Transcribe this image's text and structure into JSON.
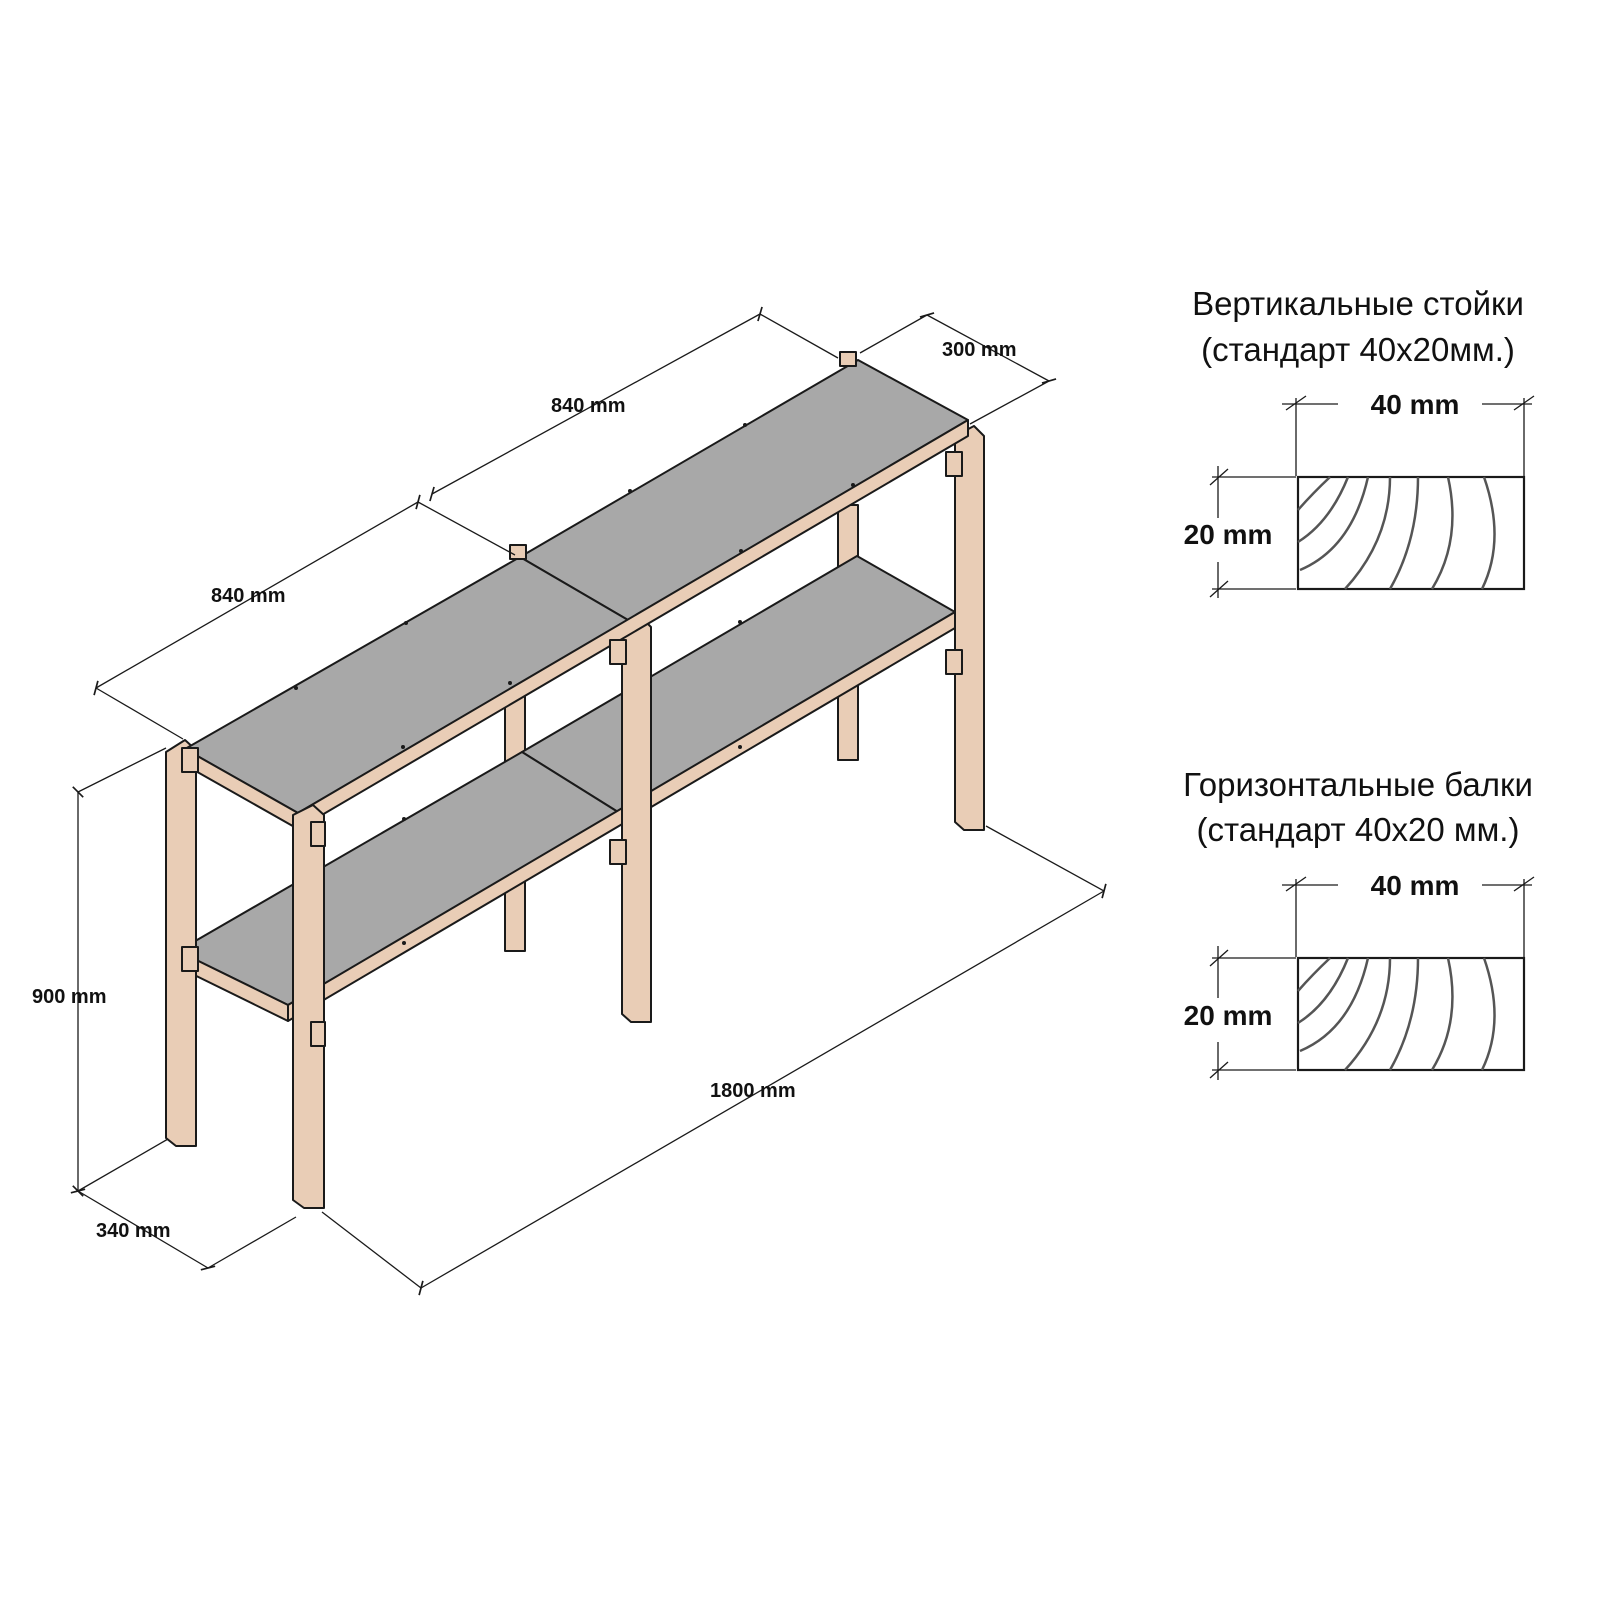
{
  "dimensions": {
    "width_total": "1800 mm",
    "section_front": "840 mm",
    "section_back": "840 mm",
    "depth_top": "300 mm",
    "depth_bottom": "340 mm",
    "height": "900 mm"
  },
  "sections": [
    {
      "title_line1": "Вертикальные стойки",
      "title_line2": "(стандарт 40x20мм.)",
      "width_label": "40 mm",
      "height_label": "20 mm"
    },
    {
      "title_line1": "Горизонтальные балки",
      "title_line2": "(стандарт 40x20 мм.)",
      "width_label": "40 mm",
      "height_label": "20 mm"
    }
  ],
  "colors": {
    "wood": "#e9cdb6",
    "shelf": "#a8a8a8",
    "line": "#1a1a1a"
  }
}
